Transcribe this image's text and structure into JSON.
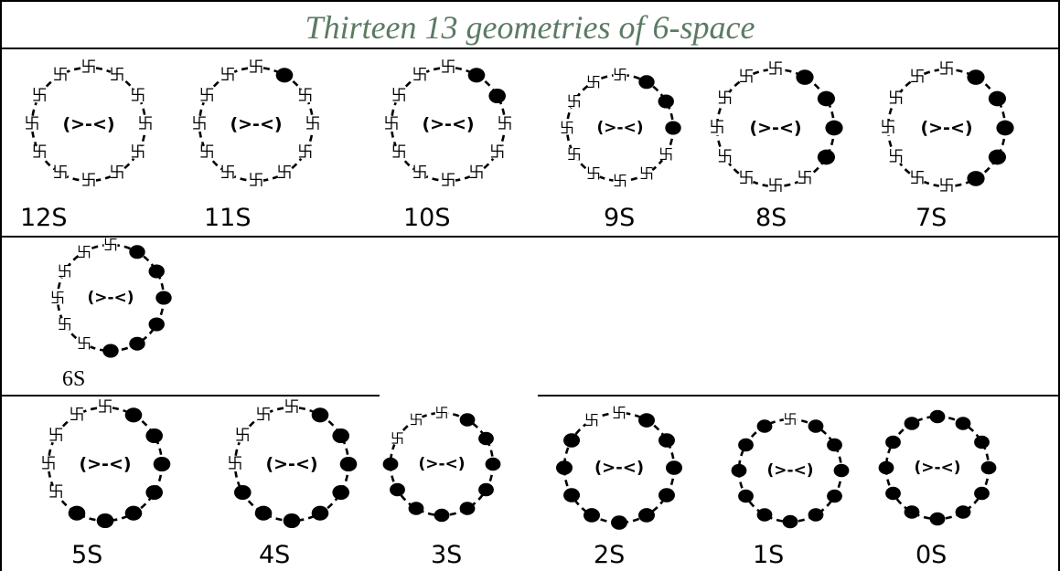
{
  "title": "Thirteen 13 geometries of 6-space",
  "center_symbol": "(>-<)",
  "node_symbol": "卐",
  "colors": {
    "title": "#5b7a64",
    "ink": "#000000",
    "border": "#000000"
  },
  "diagrams": [
    {
      "label": "12S",
      "open_nodes": 12,
      "filled_nodes": 0
    },
    {
      "label": "11S",
      "open_nodes": 11,
      "filled_nodes": 1
    },
    {
      "label": "10S",
      "open_nodes": 10,
      "filled_nodes": 2
    },
    {
      "label": "9S",
      "open_nodes": 9,
      "filled_nodes": 3
    },
    {
      "label": "8S",
      "open_nodes": 8,
      "filled_nodes": 4
    },
    {
      "label": "7S",
      "open_nodes": 7,
      "filled_nodes": 5
    },
    {
      "label": "6S",
      "open_nodes": 6,
      "filled_nodes": 6
    },
    {
      "label": "5S",
      "open_nodes": 5,
      "filled_nodes": 7
    },
    {
      "label": "4S",
      "open_nodes": 4,
      "filled_nodes": 8
    },
    {
      "label": "3S",
      "open_nodes": 3,
      "filled_nodes": 9
    },
    {
      "label": "2S",
      "open_nodes": 2,
      "filled_nodes": 10
    },
    {
      "label": "1S",
      "open_nodes": 1,
      "filled_nodes": 11
    },
    {
      "label": "0S",
      "open_nodes": 0,
      "filled_nodes": 12
    }
  ]
}
